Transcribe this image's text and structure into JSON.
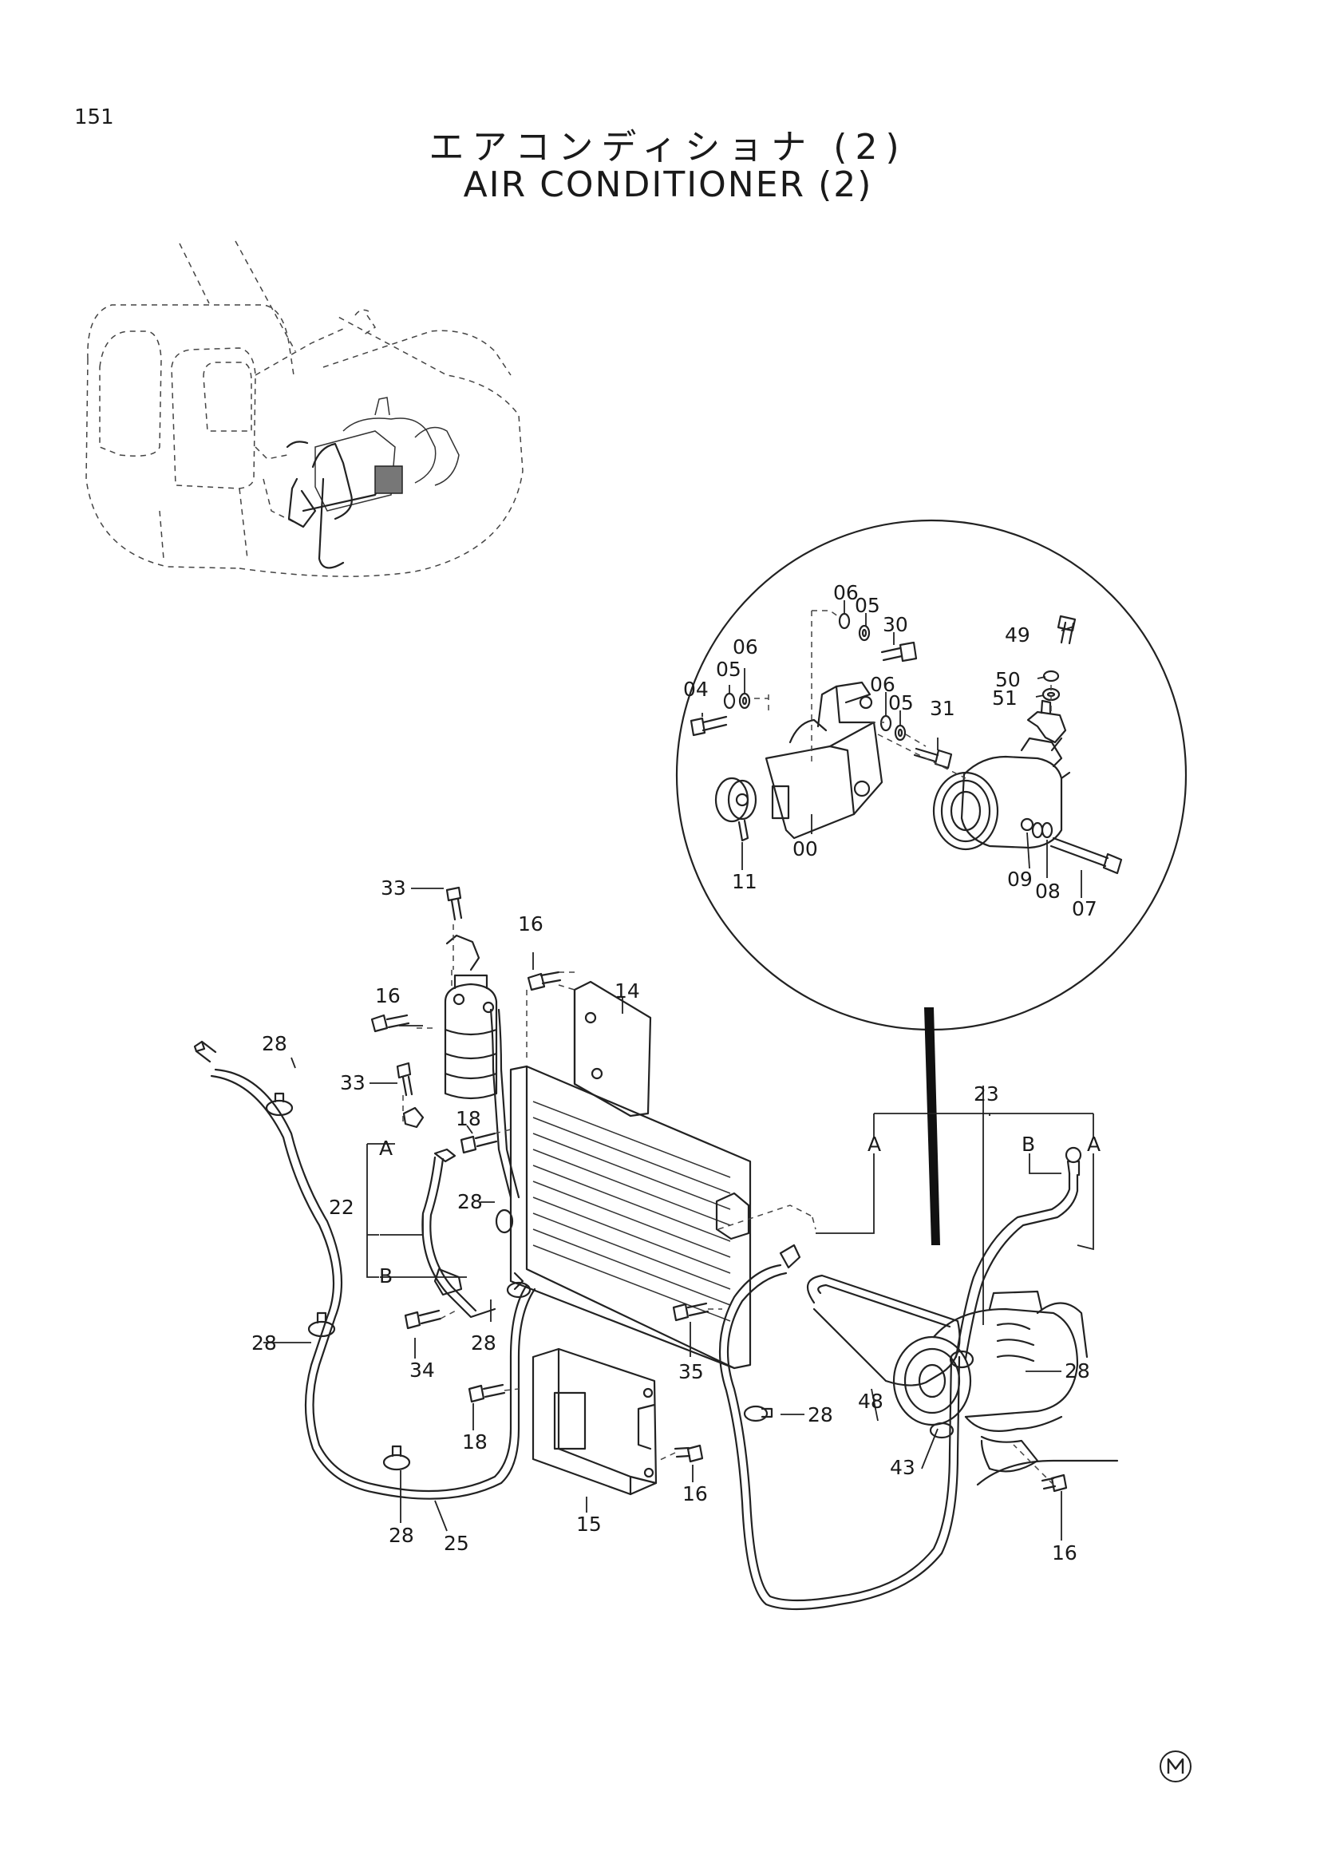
{
  "page": {
    "number": "151",
    "title_ja": "エアコンディショナ (2)",
    "title_en": "AIR CONDITIONER (2)",
    "corner_mark": "M"
  },
  "detail_view": {
    "part_labels": [
      "06",
      "05",
      "30",
      "49",
      "06",
      "05",
      "50",
      "51",
      "04",
      "06",
      "05",
      "31",
      "00",
      "11",
      "09",
      "08",
      "07"
    ]
  },
  "main_view": {
    "part_labels": [
      "33",
      "16",
      "16",
      "14",
      "33",
      "28",
      "18",
      "A",
      "28",
      "22",
      "B",
      "28",
      "34",
      "28",
      "35",
      "18",
      "16",
      "28",
      "25",
      "15",
      "23",
      "A",
      "B",
      "A",
      "28",
      "28",
      "48",
      "43",
      "16"
    ]
  }
}
